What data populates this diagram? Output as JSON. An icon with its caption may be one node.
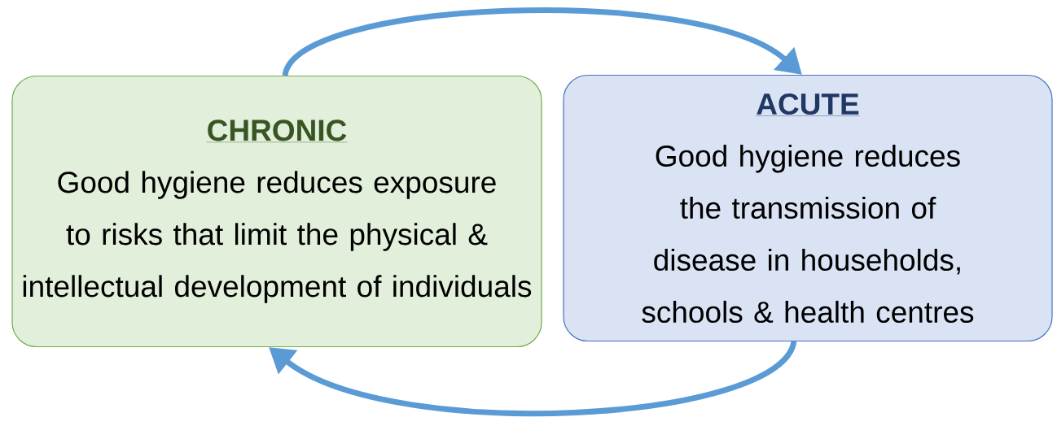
{
  "diagram": {
    "nodes": [
      {
        "text": [
          "CHRONIC",
          "Good hygiene reduces exposure to risks that limit the physical & intellectual development of individuals"
        ]
      },
      {
        "text": [
          "ACUTE",
          "Good hygiene reduces the transmission of disease in households, schools & health centres"
        ]
      }
    ],
    "edges": [
      {
        "from": 0,
        "to": 1,
        "arrow": "to"
      },
      {
        "from": 1,
        "to": 0,
        "arrow": "to"
      }
    ]
  }
}
